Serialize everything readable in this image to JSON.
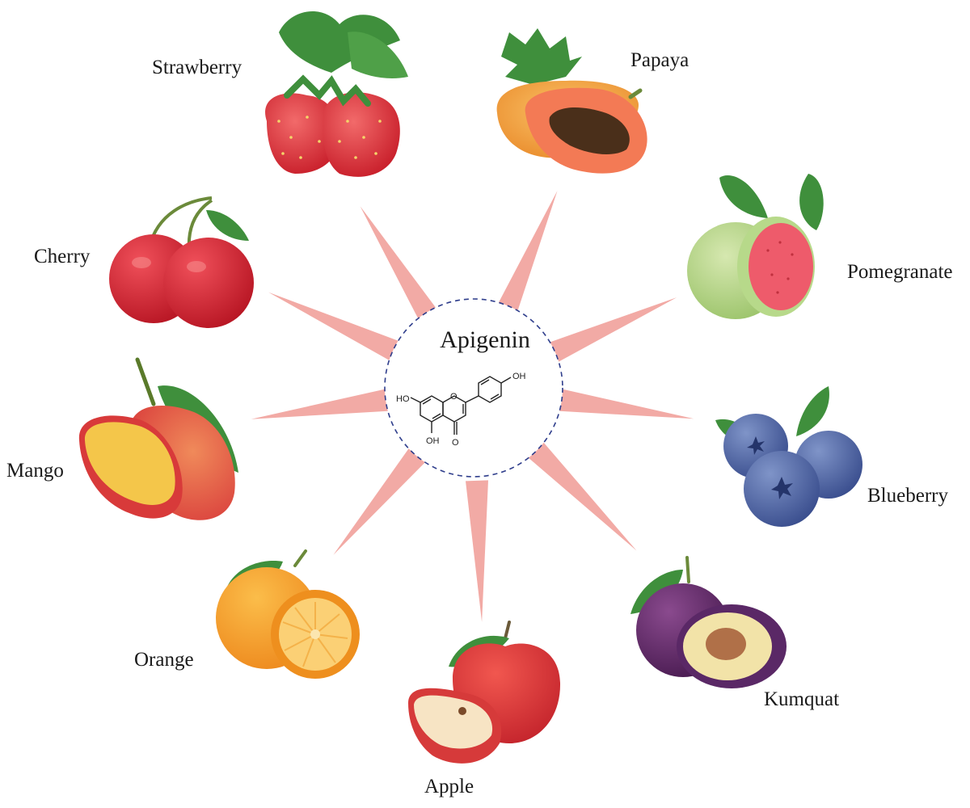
{
  "center": {
    "compound": "Apigenin",
    "substituent_labels": {
      "hydroxyl_7": "HO",
      "hydroxyl_4prime": "OH",
      "hydroxyl_5": "OH",
      "carbonyl": "O",
      "ring_oxygen": "O"
    }
  },
  "fruits": [
    {
      "id": "strawberry",
      "label": "Strawberry",
      "icon": "strawberry-icon"
    },
    {
      "id": "papaya",
      "label": "Papaya",
      "icon": "papaya-icon"
    },
    {
      "id": "pomegranate",
      "label": "Pomegranate",
      "icon": "guava-like-fruit-icon"
    },
    {
      "id": "blueberry",
      "label": "Blueberry",
      "icon": "blueberry-icon"
    },
    {
      "id": "kumquat",
      "label": "Kumquat",
      "icon": "plum-like-fruit-icon"
    },
    {
      "id": "apple",
      "label": "Apple",
      "icon": "apple-icon"
    },
    {
      "id": "orange",
      "label": "Orange",
      "icon": "orange-icon"
    },
    {
      "id": "mango",
      "label": "Mango",
      "icon": "mango-icon"
    },
    {
      "id": "cherry",
      "label": "Cherry",
      "icon": "cherry-icon"
    }
  ],
  "colors": {
    "ray": "#f2aaa5",
    "circle_dash": "#2f3e8c",
    "text": "#1a1a1a"
  }
}
